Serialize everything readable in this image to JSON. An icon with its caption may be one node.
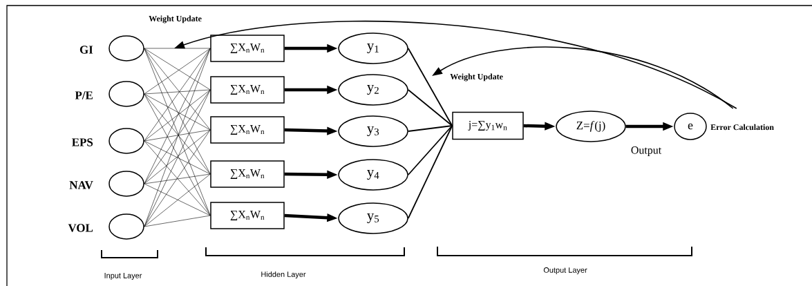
{
  "diagram": {
    "nodes": [
      {
        "text": [],
        "shape": "circle",
        "beside": [
          "GI"
        ]
      },
      {
        "text": [],
        "shape": "circle",
        "beside": [
          "P/E"
        ]
      },
      {
        "text": [],
        "shape": "circle",
        "beside": [
          "EPS"
        ]
      },
      {
        "text": [],
        "shape": "circle",
        "beside": [
          "NAV"
        ]
      },
      {
        "text": [],
        "shape": "circle",
        "beside": [
          "VOL"
        ]
      },
      {
        "text": [
          "∑X$_{n}$W$_{n}$"
        ]
      },
      {
        "text": [
          "∑X$_{n}$W$_{n}$"
        ]
      },
      {
        "text": [
          "∑X$_{n}$W$_{n}$"
        ]
      },
      {
        "text": [
          "∑X$_{n}$W$_{n}$"
        ]
      },
      {
        "text": [
          "∑X$_{n}$W$_{n}$"
        ]
      },
      {
        "text": [
          "y$_{1}$"
        ]
      },
      {
        "text": [
          "y$_{2}$"
        ]
      },
      {
        "text": [
          "y$_{3}$"
        ]
      },
      {
        "text": [
          "y$_{4}$"
        ]
      },
      {
        "text": [
          "y$_{5}$"
        ]
      },
      {
        "text": [
          "j=∑y$_{1}$w$_{n}$"
        ]
      },
      {
        "text": [
          "Z=*f*(j)"
        ],
        "beside": [
          "Output"
        ]
      },
      {
        "text": [
          "e"
        ],
        "beside": [
          "Error Calculation"
        ]
      }
    ],
    "edges": [
      {
        "from": 0,
        "to": 5,
        "arrow": "none"
      },
      {
        "from": 0,
        "to": 6,
        "arrow": "none"
      },
      {
        "from": 0,
        "to": 7,
        "arrow": "none"
      },
      {
        "from": 0,
        "to": 8,
        "arrow": "none"
      },
      {
        "from": 0,
        "to": 9,
        "arrow": "none"
      },
      {
        "from": 1,
        "to": 5,
        "arrow": "none"
      },
      {
        "from": 1,
        "to": 6,
        "arrow": "none"
      },
      {
        "from": 1,
        "to": 7,
        "arrow": "none"
      },
      {
        "from": 1,
        "to": 8,
        "arrow": "none"
      },
      {
        "from": 1,
        "to": 9,
        "arrow": "none"
      },
      {
        "from": 2,
        "to": 5,
        "arrow": "none"
      },
      {
        "from": 2,
        "to": 6,
        "arrow": "none"
      },
      {
        "from": 2,
        "to": 7,
        "arrow": "none"
      },
      {
        "from": 2,
        "to": 8,
        "arrow": "none"
      },
      {
        "from": 2,
        "to": 9,
        "arrow": "none"
      },
      {
        "from": 3,
        "to": 5,
        "arrow": "none"
      },
      {
        "from": 3,
        "to": 6,
        "arrow": "none"
      },
      {
        "from": 3,
        "to": 7,
        "arrow": "none"
      },
      {
        "from": 3,
        "to": 8,
        "arrow": "none"
      },
      {
        "from": 3,
        "to": 9,
        "arrow": "none"
      },
      {
        "from": 4,
        "to": 5,
        "arrow": "none"
      },
      {
        "from": 4,
        "to": 6,
        "arrow": "none"
      },
      {
        "from": 4,
        "to": 7,
        "arrow": "none"
      },
      {
        "from": 4,
        "to": 8,
        "arrow": "none"
      },
      {
        "from": 4,
        "to": 9,
        "arrow": "none"
      },
      {
        "from": 5,
        "to": 10,
        "arrow": "to",
        "style": "thick"
      },
      {
        "from": 6,
        "to": 11,
        "arrow": "to",
        "style": "thick"
      },
      {
        "from": 7,
        "to": 12,
        "arrow": "to",
        "style": "thick"
      },
      {
        "from": 8,
        "to": 13,
        "arrow": "to",
        "style": "thick"
      },
      {
        "from": 9,
        "to": 14,
        "arrow": "to",
        "style": "thick"
      },
      {
        "from": 10,
        "to": 15,
        "arrow": "none"
      },
      {
        "from": 11,
        "to": 15,
        "arrow": "none"
      },
      {
        "from": 12,
        "to": 15,
        "arrow": "none"
      },
      {
        "from": 13,
        "to": 15,
        "arrow": "none"
      },
      {
        "from": 14,
        "to": 15,
        "arrow": "none"
      },
      {
        "from": 15,
        "to": 16,
        "arrow": "to",
        "style": "thick"
      },
      {
        "from": 16,
        "to": 17,
        "arrow": "to",
        "style": "thick"
      },
      {
        "from": 17,
        "to": null,
        "arrow": "to",
        "label": "Weight Update"
      },
      {
        "from": 17,
        "to": null,
        "arrow": "to",
        "label": "Weight Update"
      }
    ],
    "labels": [
      "Input Layer",
      "Hidden Layer",
      "Output Layer"
    ]
  }
}
